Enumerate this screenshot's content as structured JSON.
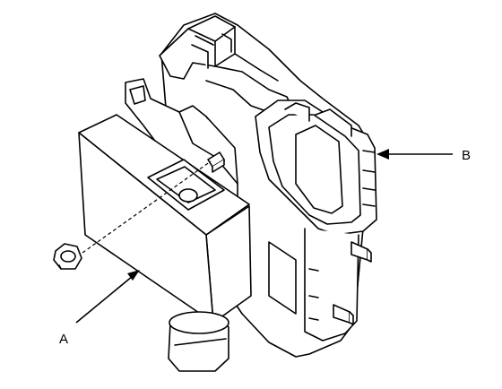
{
  "diagram": {
    "callouts": [
      {
        "id": "A",
        "label": "A"
      },
      {
        "id": "B",
        "label": "B"
      }
    ],
    "colors": {
      "ink": "#000000",
      "paper": "#ffffff"
    }
  }
}
